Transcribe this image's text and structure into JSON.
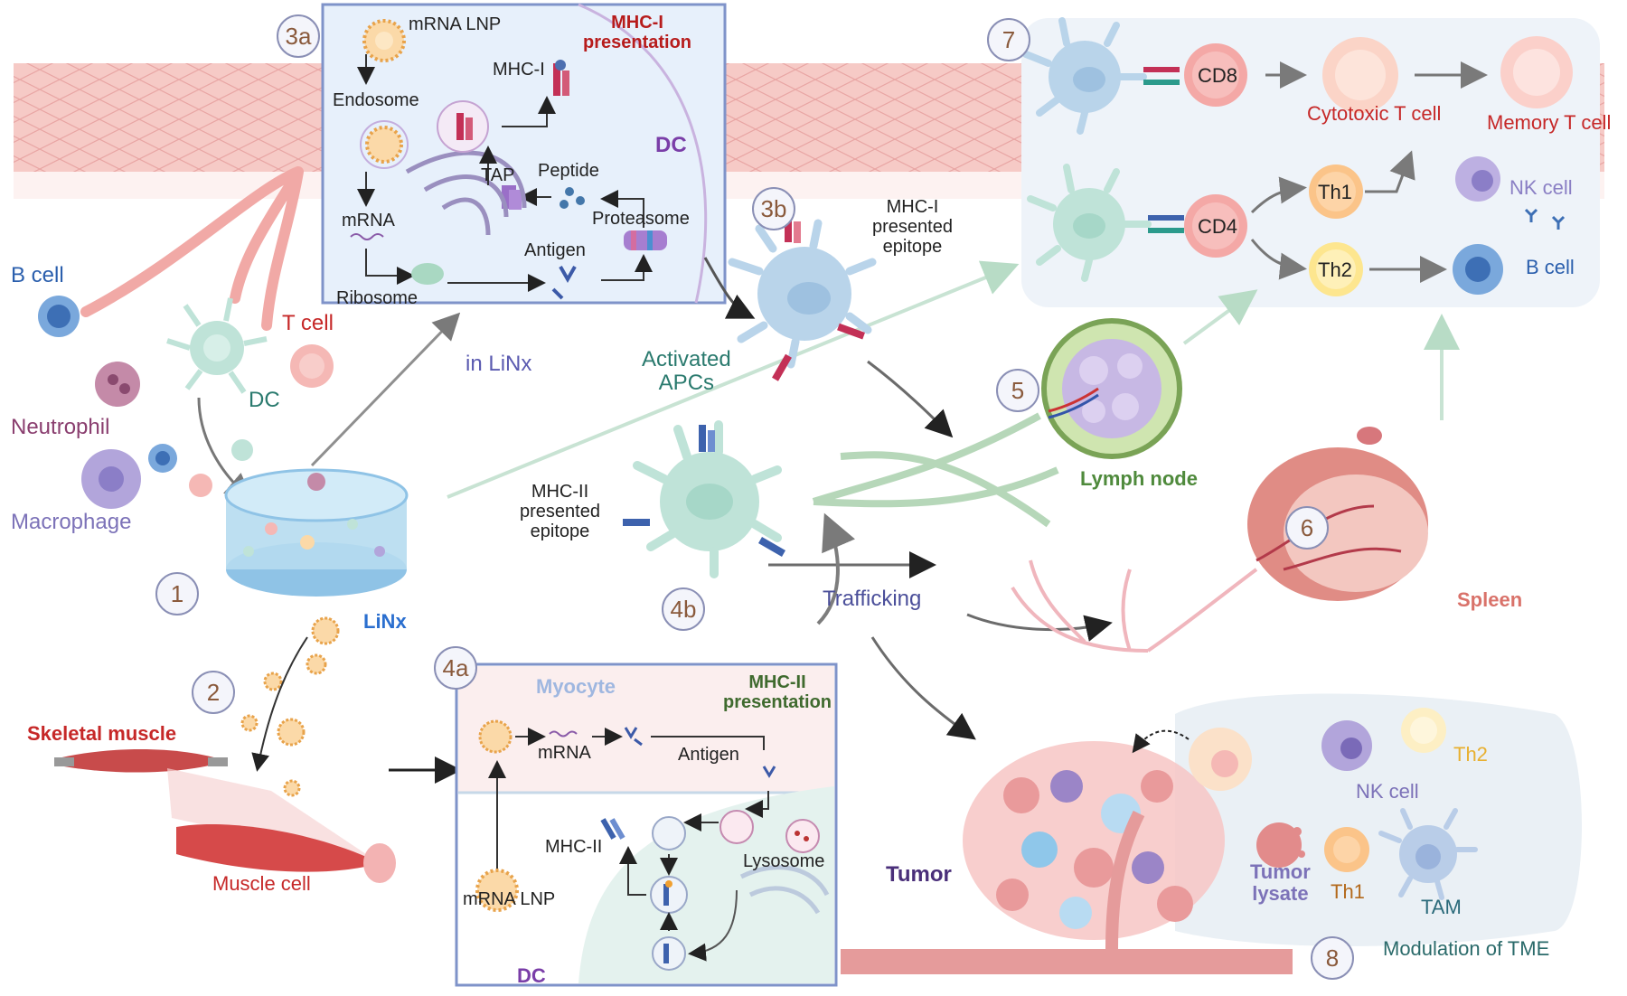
{
  "colors": {
    "skin": "#f2b8b8",
    "dc_blue": "#b9d4ea",
    "dc_green": "#bfe3d8",
    "panel_border": "#7f93c9",
    "panel_fill": "#e7f0fb",
    "red_label": "#c62828",
    "blue_label": "#2b5fad",
    "purple_label": "#5a3e8f",
    "green_label": "#4f8a3c",
    "teal_label": "#2a7a6e"
  },
  "steps": [
    "1",
    "2",
    "3a",
    "3b",
    "4a",
    "4b",
    "5",
    "6",
    "7",
    "8"
  ],
  "recruitment": {
    "b_cell": "B cell",
    "t_cell": "T cell",
    "dc": "DC",
    "neutrophil": "Neutrophil",
    "macrophage": "Macrophage",
    "linx": "LiNx",
    "in_linx": "in LiNx"
  },
  "panel_3a": {
    "mrna_lnp": "mRNA LNP",
    "title": "MHC-I\npresentation",
    "endosome": "Endosome",
    "mhc1": "MHC-I",
    "dc": "DC",
    "tap": "TAP",
    "peptide": "Peptide",
    "proteasome": "Proteasome",
    "mrna": "mRNA",
    "antigen": "Antigen",
    "ribosome": "Ribosome"
  },
  "mid": {
    "mhc1_epitope": "MHC-I\npresented\nepitope",
    "activated_apcs": "Activated\nAPCs",
    "mhc2_epitope": "MHC-II\npresented\nepitope",
    "trafficking": "Trafficking",
    "lymph_node": "Lymph node",
    "spleen": "Spleen"
  },
  "muscle": {
    "skeletal_muscle": "Skeletal muscle",
    "muscle_cell": "Muscle cell"
  },
  "panel_4a": {
    "myocyte": "Myocyte",
    "title": "MHC-II\npresentation",
    "mrna": "mRNA",
    "antigen": "Antigen",
    "mhc2": "MHC-II",
    "lysosome": "Lysosome",
    "mrna_lnp": "mRNA LNP",
    "dc": "DC"
  },
  "panel_7": {
    "cd8": "CD8",
    "cytotoxic": "Cytotoxic T cell",
    "memory": "Memory T cell",
    "cd4": "CD4",
    "th1": "Th1",
    "th2": "Th2",
    "nk": "NK cell",
    "b_cell": "B cell"
  },
  "panel_8": {
    "tumor": "Tumor",
    "tumor_lysate": "Tumor\nlysate",
    "th2": "Th2",
    "nk": "NK cell",
    "th1": "Th1",
    "tam": "TAM",
    "modulation": "Modulation of TME"
  }
}
